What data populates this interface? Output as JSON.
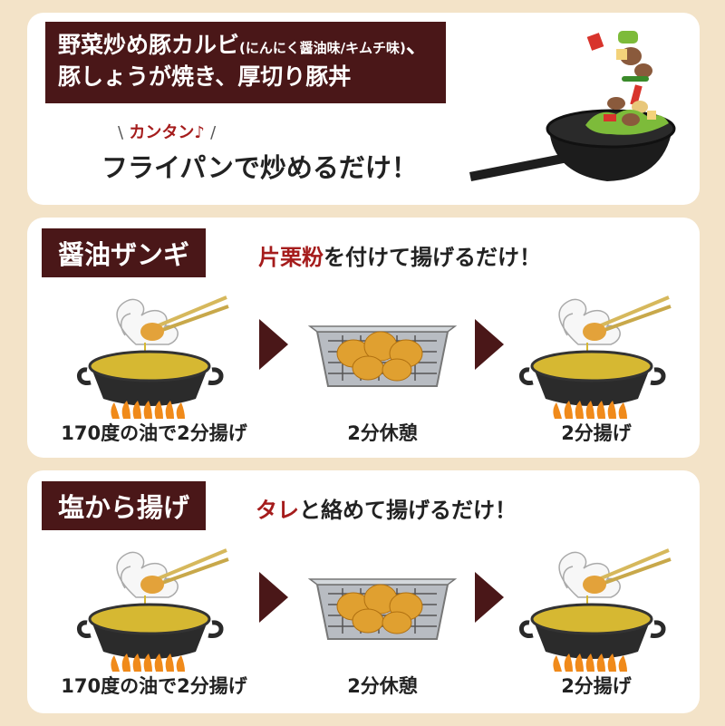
{
  "card1": {
    "banner_line1_main": "野菜炒め豚カルビ",
    "banner_line1_small": "(にんにく醤油味/キムチ味)",
    "banner_line1_end": "、",
    "banner_line2": "豚しょうが焼き、厚切り豚丼",
    "kantan_left": "\\",
    "kantan_text": "カンタン♪",
    "kantan_right": "/",
    "method": "フライパンで炒めるだけ！"
  },
  "card2": {
    "title": "醤油ザンギ",
    "desc_red": "片栗粉",
    "desc_rest": "を付けて揚げるだけ！",
    "step1": "170度の油で2分揚げ",
    "step2": "2分休憩",
    "step3": "2分揚げ"
  },
  "card3": {
    "title": "塩から揚げ",
    "desc_red": "タレ",
    "desc_rest": "と絡めて揚げるだけ！",
    "step1": "170度の油で2分揚げ",
    "step2": "2分休憩",
    "step3": "2分揚げ"
  },
  "colors": {
    "banner": "#4a1718",
    "accent_red": "#a51c1c",
    "background": "#f3e3c8",
    "oil": "#d6b832",
    "flame": "#f08a1a"
  },
  "icons": [
    "wok-icon",
    "fryer-pot-icon",
    "cooling-rack-icon",
    "arrow-right-icon",
    "chopsticks-icon",
    "steam-icon",
    "flame-icon"
  ]
}
